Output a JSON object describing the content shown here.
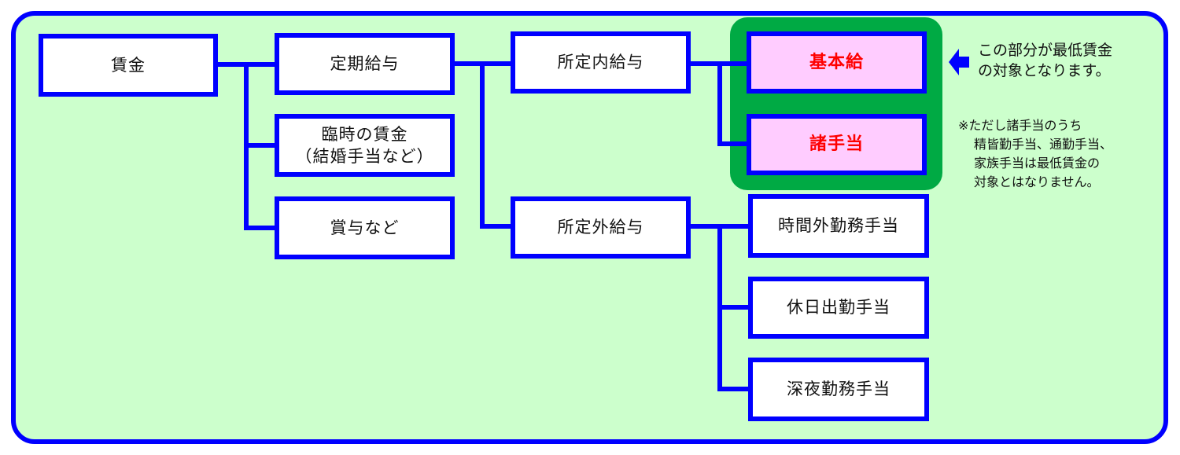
{
  "diagram": {
    "title": "賃金の構成",
    "colors": {
      "frame_border": "#0000ff",
      "frame_fill": "#ccffcc",
      "highlight": "#00aa44",
      "target_fill": "#ffccff",
      "target_text": "#ff0000"
    },
    "root": {
      "label": "賃金"
    },
    "level1": [
      {
        "label": "定期給与"
      },
      {
        "label_line1": "臨時の賃金",
        "label_line2": "（結婚手当など）"
      },
      {
        "label": "賞与など"
      }
    ],
    "level2": [
      {
        "label": "所定内給与"
      },
      {
        "label": "所定外給与"
      }
    ],
    "target_items": [
      {
        "label": "基本給"
      },
      {
        "label": "諸手当"
      }
    ],
    "overtime_items": [
      {
        "label": "時間外勤務手当"
      },
      {
        "label": "休日出勤手当"
      },
      {
        "label": "深夜勤務手当"
      }
    ],
    "arrow_icon": "left-arrow-icon",
    "callout": {
      "line1": "この部分が最低賃金",
      "line2": "の対象となります。"
    },
    "footnote": {
      "line1": "※ただし諸手当のうち",
      "line2": "精皆勤手当、通勤手当、",
      "line3": "家族手当は最低賃金の",
      "line4": "対象とはなりません。"
    }
  }
}
